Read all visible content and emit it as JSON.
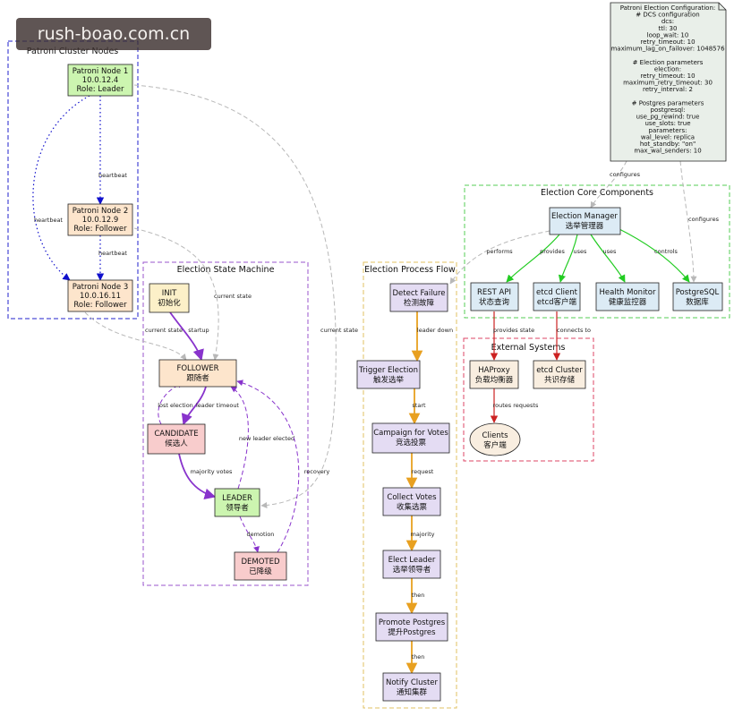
{
  "watermark": "rush-boao.com.cn",
  "colors": {
    "node_green": "#ccf5b0",
    "node_orange": "#fde5cc",
    "node_yellow": "#fcf0c8",
    "node_red": "#f8cccc",
    "node_lavender": "#e4dcf3",
    "node_blue": "#dcebf5",
    "node_cream": "#f9eee0",
    "config_bg": "#e9efe9",
    "edge_blue": "#1010cc",
    "edge_purple": "#8833cc",
    "edge_orange": "#e8a020",
    "edge_green": "#22cc22",
    "edge_red": "#cc2222",
    "edge_gray": "#b8b8b8",
    "cluster_blue": "#2222cc",
    "cluster_purple": "#9955cc",
    "cluster_yellow": "#e0c060",
    "cluster_green": "#55cc55",
    "cluster_red": "#dd4466"
  },
  "clusters": {
    "patroni": "Patroni Cluster Nodes",
    "state": "Election State Machine",
    "process": "Election Process Flow",
    "core": "Election Core Components",
    "external": "External Systems"
  },
  "nodes": {
    "p1": [
      "Patroni Node 1",
      "10.0.12.4",
      "Role: Leader"
    ],
    "p2": [
      "Patroni Node 2",
      "10.0.12.9",
      "Role: Follower"
    ],
    "p3": [
      "Patroni Node 3",
      "10.0.16.11",
      "Role: Follower"
    ],
    "init": [
      "INIT",
      "初始化"
    ],
    "follower": [
      "FOLLOWER",
      "跟随者"
    ],
    "candidate": [
      "CANDIDATE",
      "候选人"
    ],
    "leader": [
      "LEADER",
      "领导者"
    ],
    "demoted": [
      "DEMOTED",
      "已降级"
    ],
    "detect": [
      "Detect Failure",
      "检测故障"
    ],
    "trigger": [
      "Trigger Election",
      "触发选举"
    ],
    "campaign": [
      "Campaign for Votes",
      "竞选投票"
    ],
    "collect": [
      "Collect Votes",
      "收集选票"
    ],
    "elect": [
      "Elect Leader",
      "选举领导者"
    ],
    "promote": [
      "Promote Postgres",
      "提升Postgres"
    ],
    "notify": [
      "Notify Cluster",
      "通知集群"
    ],
    "manager": [
      "Election Manager",
      "选举管理器"
    ],
    "restapi": [
      "REST API",
      "状态查询"
    ],
    "etcdclient": [
      "etcd Client",
      "etcd客户端"
    ],
    "health": [
      "Health Monitor",
      "健康监控器"
    ],
    "postgres": [
      "PostgreSQL",
      "数据库"
    ],
    "haproxy": [
      "HAProxy",
      "负载均衡器"
    ],
    "etcdcluster": [
      "etcd Cluster",
      "共识存储"
    ],
    "clients": [
      "Clients",
      "客户端"
    ]
  },
  "config_lines": [
    "Patroni Election Configuration:",
    "# DCS configuration",
    "dcs:",
    "ttl: 30",
    "loop_wait: 10",
    "retry_timeout: 10",
    "maximum_lag_on_failover: 1048576",
    "",
    "# Election parameters",
    "election:",
    "retry_timeout: 10",
    "maximum_retry_timeout: 30",
    "retry_interval: 2",
    "",
    "# Postgres parameters",
    "postgresql:",
    "use_pg_rewind: true",
    "use_slots: true",
    "parameters:",
    "wal_level: replica",
    "hot_standby: \"on\"",
    "max_wal_senders: 10"
  ],
  "edge_labels": {
    "hb12": "heartbeat",
    "hb13": "heartbeat",
    "hb23": "heartbeat",
    "cs3": "current state",
    "cs2": "current state",
    "cs1": "current state",
    "startup": "startup",
    "lost_election": "lost election",
    "leader_timeout": "leader timeout",
    "new_leader": "new leader elected",
    "majority_votes": "majority votes",
    "recovery": "recovery",
    "demotion": "demotion",
    "leader_down": "leader down",
    "start": "start",
    "request": "request",
    "majority": "majority",
    "then1": "then",
    "then2": "then",
    "performs": "performs",
    "provides": "provides",
    "uses1": "uses",
    "uses2": "uses",
    "controls": "controls",
    "configures1": "configures",
    "configures2": "configures",
    "provides_state": "provides state",
    "connects_to": "connects to",
    "routes_requests": "routes requests"
  }
}
